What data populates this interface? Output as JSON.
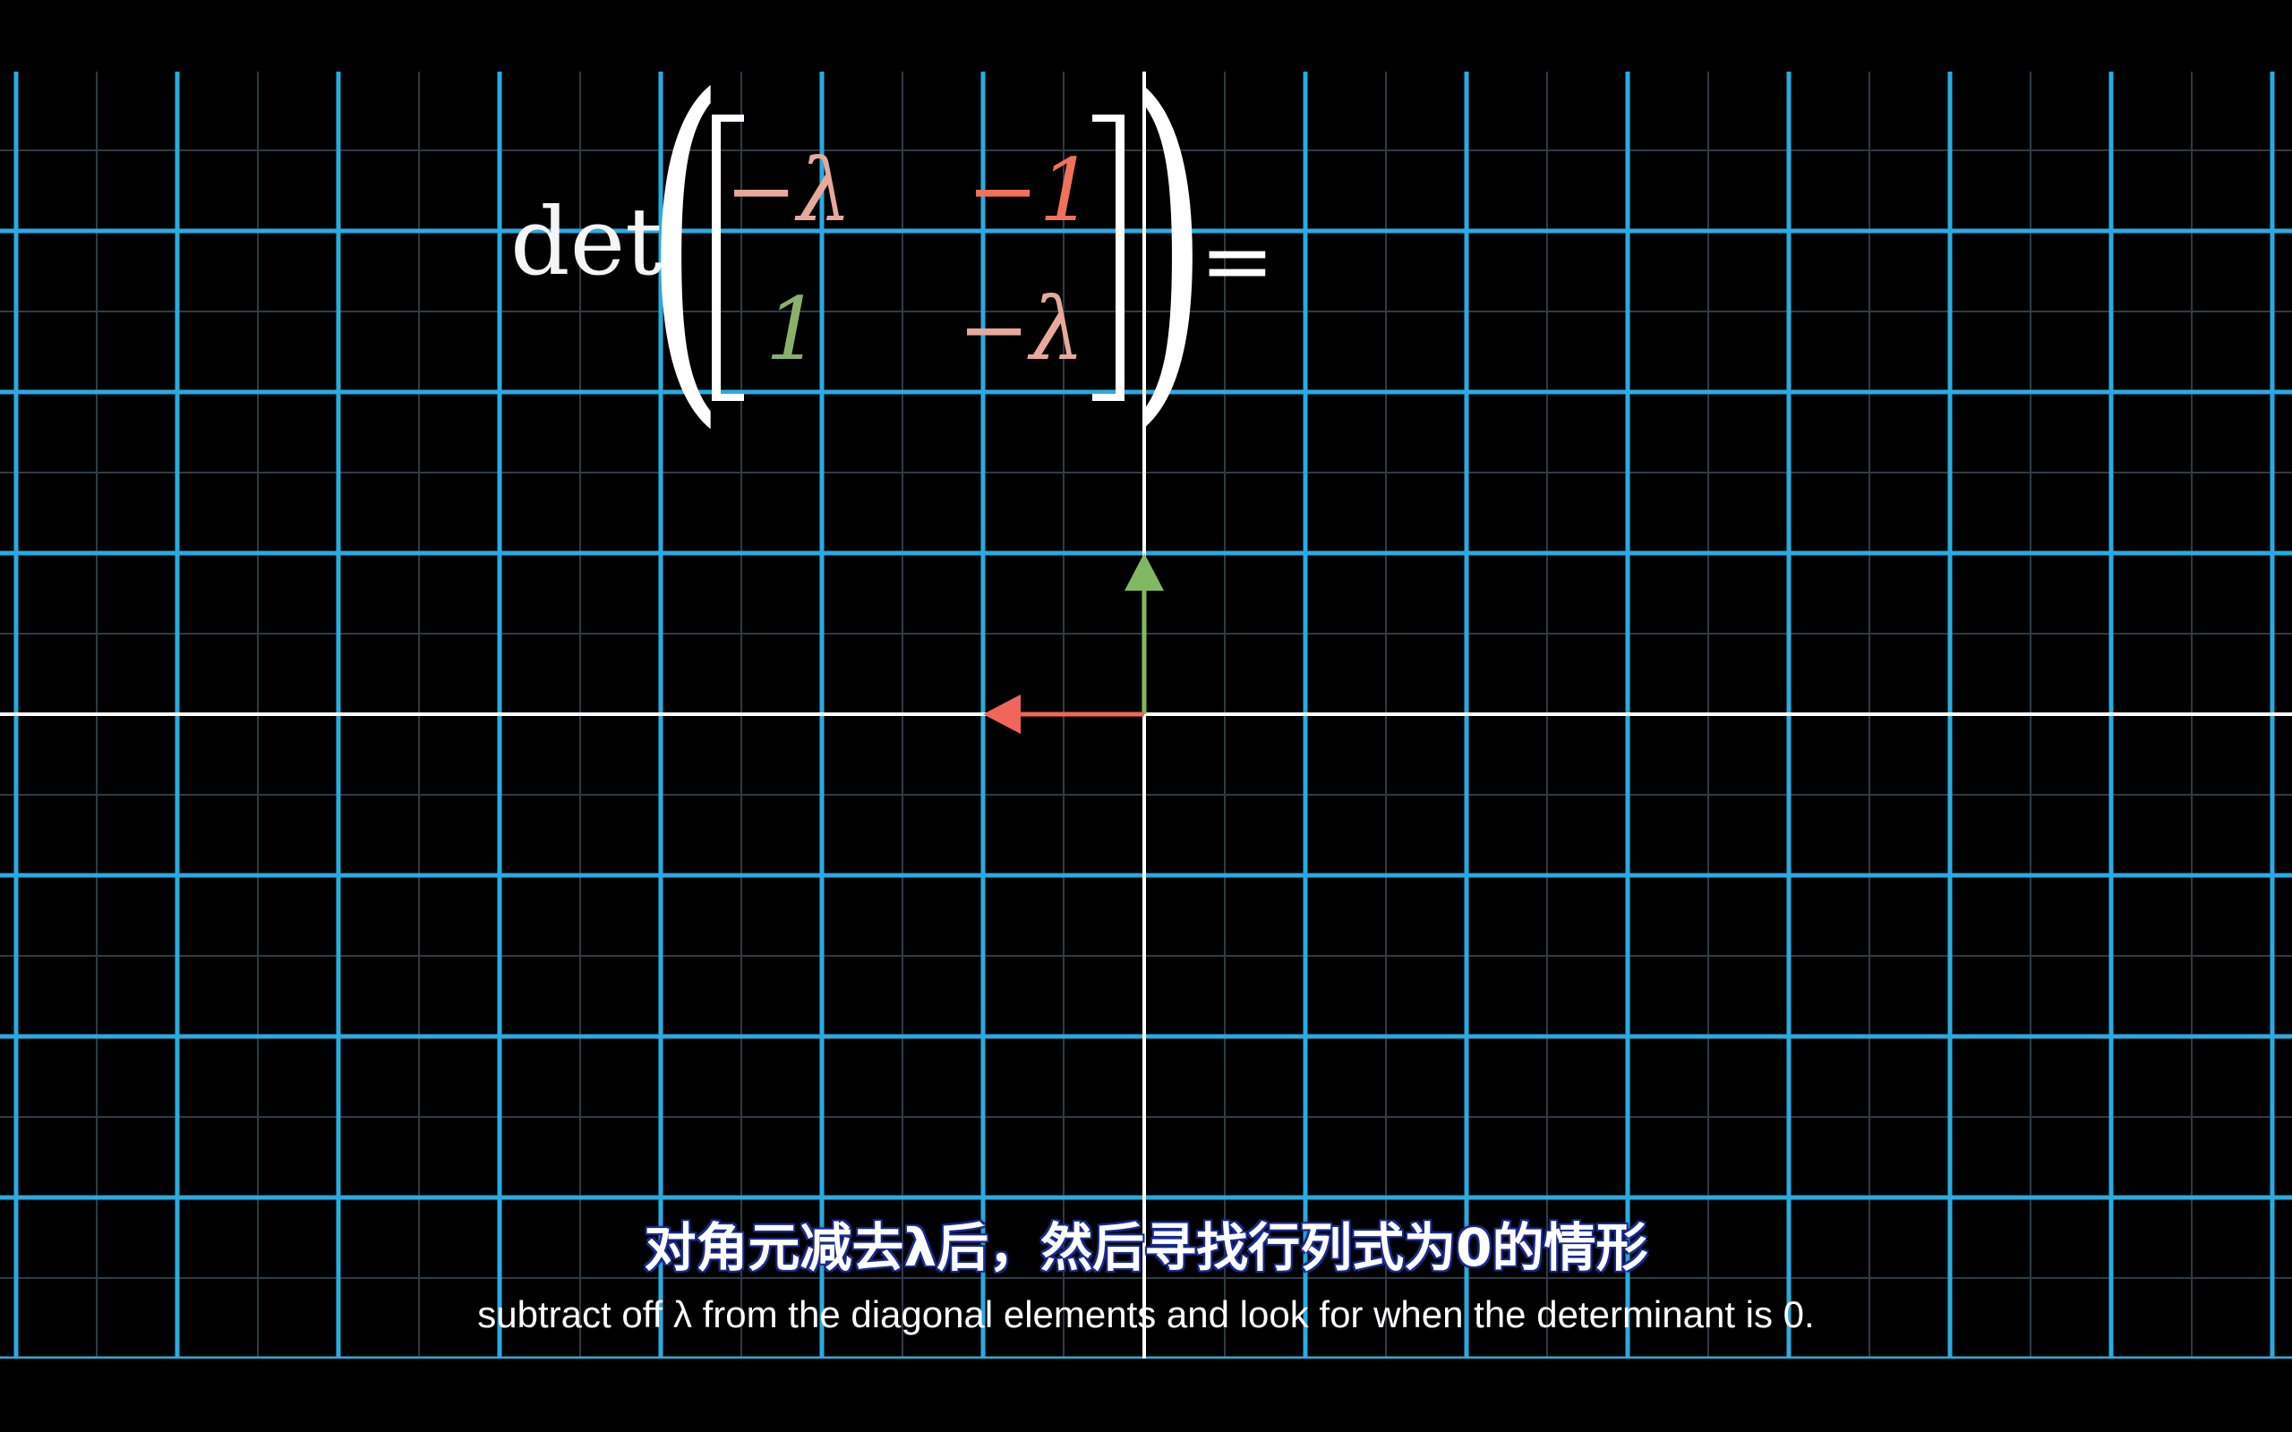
{
  "formula": {
    "det": "det",
    "m11": "−λ",
    "m12": "−1",
    "m21": "1",
    "m22": "−λ",
    "equals": "=",
    "colors": {
      "m11": "#e6a99c",
      "m12": "#f0715c",
      "m21": "#8bb06a",
      "m22": "#e6a99c"
    }
  },
  "vectors": {
    "green": {
      "x": 0,
      "y": 1,
      "color": "#83b863"
    },
    "red": {
      "x": -1,
      "y": 0,
      "color": "#f0665a"
    }
  },
  "grid": {
    "major_color": "#29abe2",
    "minor_color": "#2e3b44",
    "axis_color": "#ffffff"
  },
  "subtitles": {
    "zh": "对角元减去λ后，然后寻找行列式为0的情形",
    "en": "subtract off λ from the diagonal elements and look for when the determinant is 0."
  }
}
